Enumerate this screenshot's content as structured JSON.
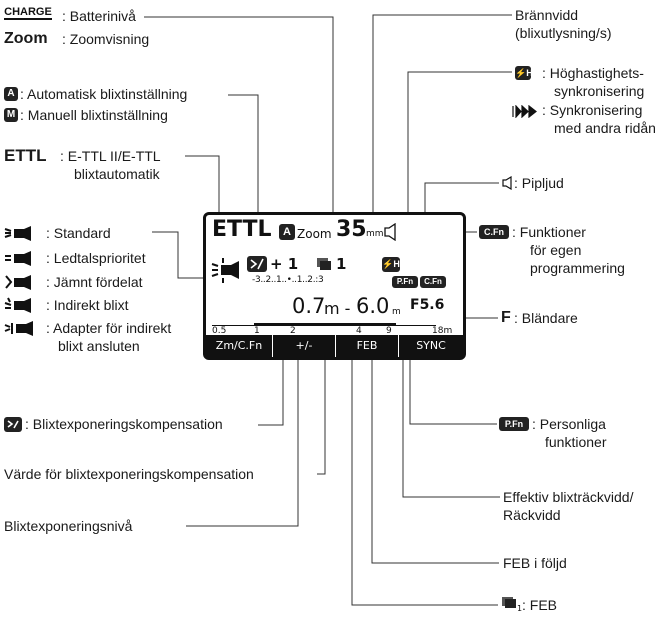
{
  "left_labels": {
    "charge_icon": "CHARGE",
    "charge_text": ": Batterinivå",
    "zoom_icon": "Zoom",
    "zoom_text": ": Zoomvisning",
    "auto_icon": "A",
    "auto_text": ": Automatisk blixtinställning",
    "manual_icon": "M",
    "manual_text": ": Manuell blixtinställning",
    "ettl_icon": "ETTL",
    "ettl_line1": ": E-TTL II/E-TTL",
    "ettl_line2": "blixtautomatik",
    "standard": ": Standard",
    "ledtal": ": Ledtalsprioritet",
    "jamnt": ": Jämnt fördelat",
    "indirekt": ": Indirekt blixt",
    "adapter_line1": ": Adapter för indirekt",
    "adapter_line2": "blixt ansluten",
    "fec_text": ": Blixtexponeringskompensation",
    "fec_value": "Värde för blixtexponeringskompensation",
    "fe_level": "Blixtexponeringsnivå"
  },
  "right_labels": {
    "brannvidd_line1": "Brännvidd",
    "brannvidd_line2": "(blixutlysning/s)",
    "hss_line1": ": Höghastighets-",
    "hss_line2": "synkronisering",
    "second_line1": ": Synkronisering",
    "second_line2": "med andra ridån",
    "beep": ": Pipljud",
    "cfn_icon": "C.Fn",
    "cfn_line1": ": Funktioner",
    "cfn_line2": "för egen",
    "cfn_line3": "programmering",
    "f_icon": "F",
    "f_text": ": Bländare",
    "pfn_icon": "P.Fn",
    "pfn_line1": ": Personliga",
    "pfn_line2": "funktioner",
    "range_line1": "Effektiv blixträckvidd/",
    "range_line2": "Räckvidd",
    "feb_seq": "FEB i följd",
    "feb": ": FEB"
  },
  "lcd": {
    "ettl": "ETTL",
    "auto": "A",
    "zoom": "Zoom",
    "focal": "35",
    "focal_unit": "mm",
    "fec_value": "+ 1",
    "feb_count": "1",
    "scale": "-3..2..1..•..1..2.:3",
    "pfn": "P.Fn",
    "cfn": "C.Fn",
    "range_near": "0.7",
    "range_sep": "m - ",
    "range_far": "6.0",
    "range_unit": "m",
    "aperture": "F5.6",
    "dist_ticks": [
      "0.5",
      "1",
      "2",
      "4",
      "9",
      "18m"
    ],
    "buttons": [
      "Zm/C.Fn",
      "+/-",
      "FEB",
      "SYNC"
    ]
  }
}
